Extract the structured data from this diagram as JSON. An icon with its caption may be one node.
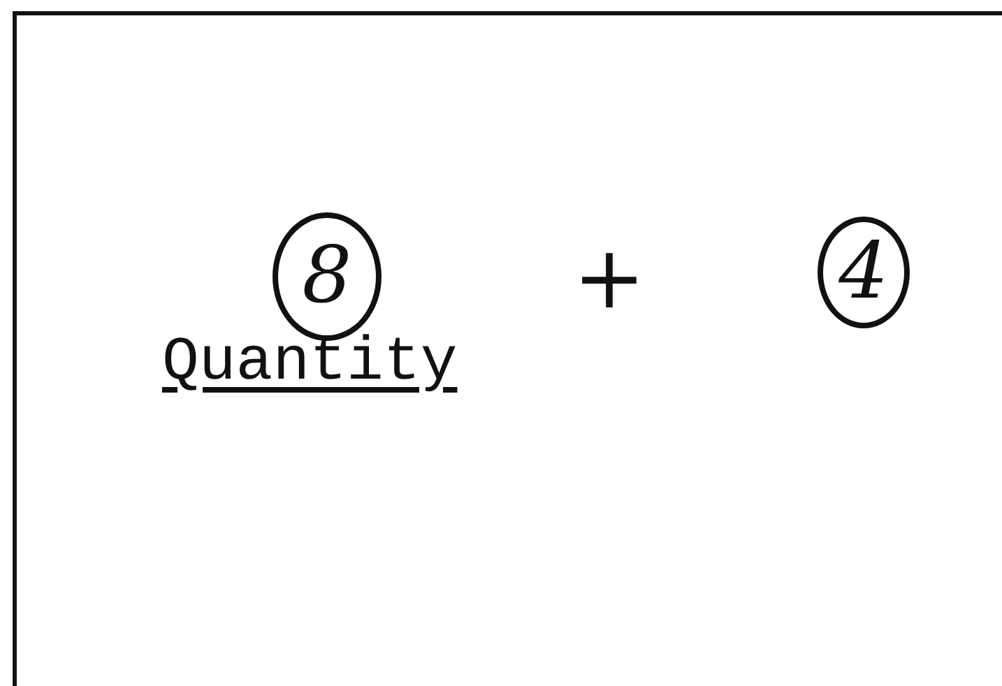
{
  "diagram": {
    "nodes": [
      {
        "text": [
          "8"
        ]
      },
      {
        "text": [
          "4"
        ]
      }
    ],
    "labels": [
      "+",
      "Quantity"
    ]
  }
}
